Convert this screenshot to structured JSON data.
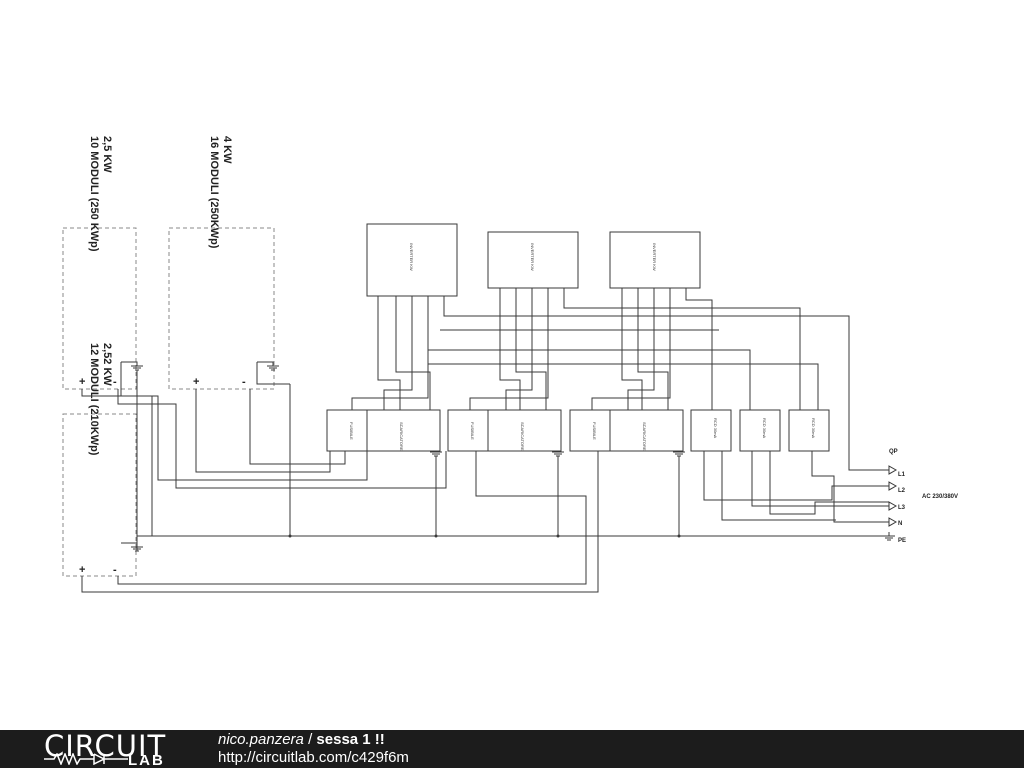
{
  "schematic": {
    "arrays": [
      {
        "power": "2,5 KW",
        "modules": "10 MODULI (250 KWp)"
      },
      {
        "power": "4 KW",
        "modules": "16 MODULI (250KWp)"
      },
      {
        "power": "2,52 KW",
        "modules": "12 MODULI (210KWp)"
      }
    ],
    "plus": "+",
    "minus": "-",
    "inverters": [
      "INVERTER KW",
      "INVERTER KW",
      "INVERTER KW"
    ],
    "fuse_boxes": [
      "FUSIBILE",
      "FUSIBILE",
      "FUSIBILE"
    ],
    "surge_boxes": [
      "SCARICATORE",
      "SCARICATORE",
      "SCARICATORE"
    ],
    "rcds": [
      "RCD 30mA",
      "RCD 30mA",
      "RCD 30mA"
    ],
    "qp_label": "QP",
    "lines": [
      "L1",
      "L2",
      "L3",
      "N",
      "PE"
    ],
    "ac_label": "AC 230/380V"
  },
  "footer": {
    "logo_top": "CIRCUIT",
    "logo_bottom": "LAB",
    "author": "nico.panzera",
    "separator": " / ",
    "title": "sessa 1 !!",
    "url": "http://circuitlab.com/c429f6m"
  }
}
